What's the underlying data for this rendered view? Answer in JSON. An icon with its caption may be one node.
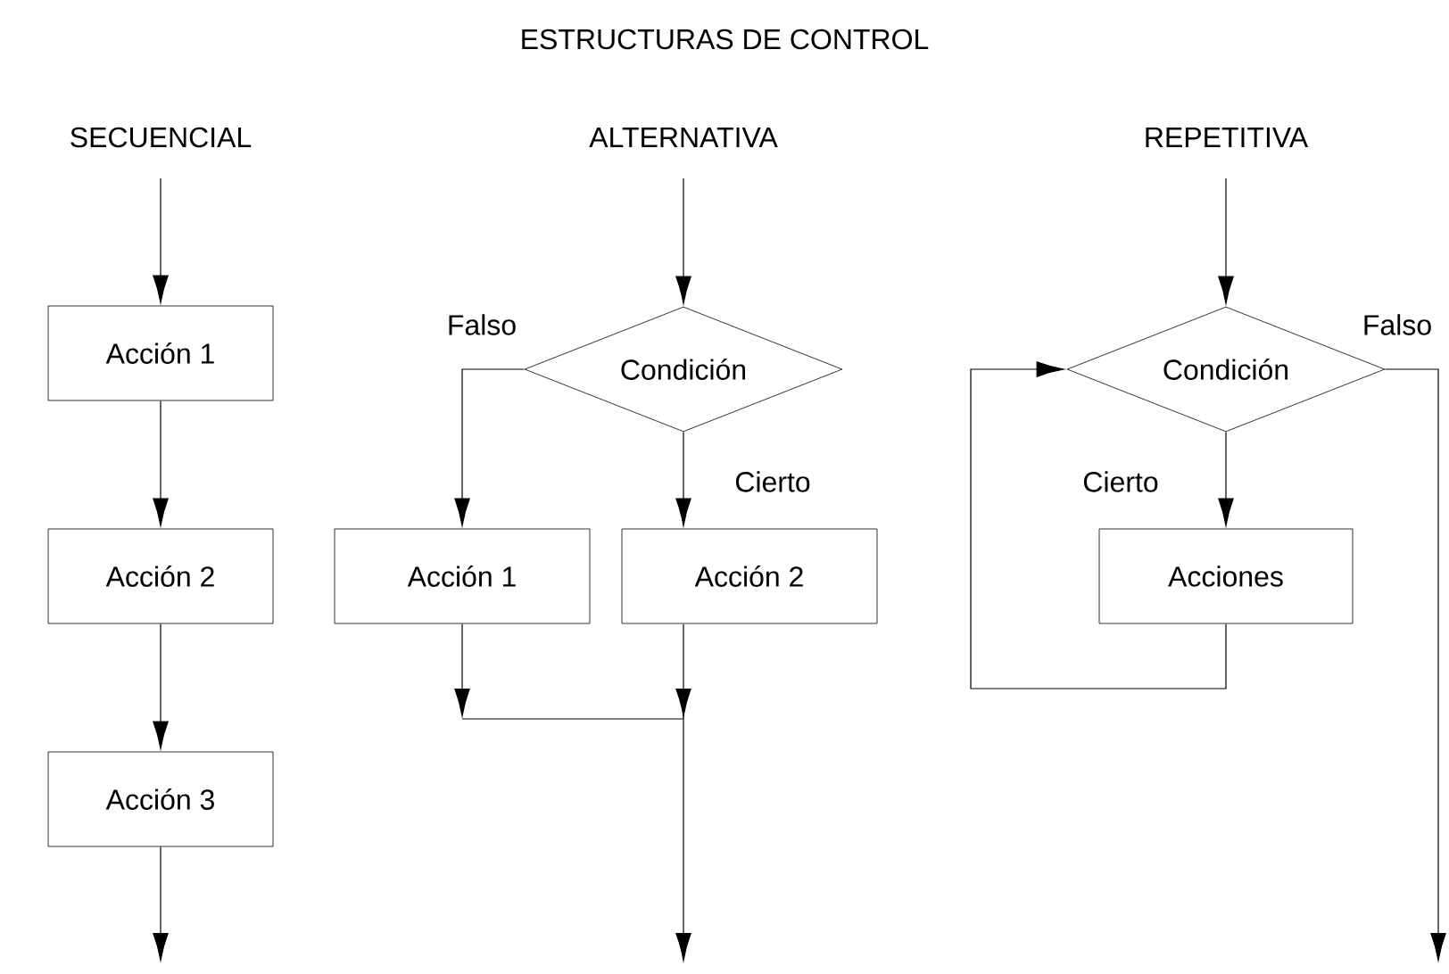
{
  "diagram": {
    "title": "ESTRUCTURAS DE CONTROL",
    "nodes": [
      {
        "text": [
          "Acción 1"
        ]
      },
      {
        "text": [
          "Acción 2"
        ]
      },
      {
        "text": [
          "Acción 3"
        ]
      },
      {
        "text": [
          "Condición"
        ]
      },
      {
        "text": [
          "Acción 1"
        ]
      },
      {
        "text": [
          "Acción 2"
        ]
      },
      {
        "text": [
          "Condición"
        ]
      },
      {
        "text": [
          "Acciones"
        ]
      }
    ],
    "edges": [
      {
        "from": null,
        "to": 0,
        "arrow": "to"
      },
      {
        "from": 0,
        "to": 1,
        "arrow": "to"
      },
      {
        "from": 1,
        "to": 2,
        "arrow": "to"
      },
      {
        "from": 2,
        "to": null,
        "arrow": "to"
      },
      {
        "from": null,
        "to": 3,
        "arrow": "to"
      },
      {
        "from": 3,
        "to": 4,
        "arrow": "to",
        "label": "Falso"
      },
      {
        "from": 3,
        "to": 5,
        "arrow": "to",
        "label": "Cierto"
      },
      {
        "from": 4,
        "to": null,
        "arrow": "to"
      },
      {
        "from": 5,
        "to": null,
        "arrow": "to"
      },
      {
        "from": null,
        "to": 6,
        "arrow": "to"
      },
      {
        "from": 6,
        "to": 7,
        "arrow": "to",
        "label": "Cierto"
      },
      {
        "from": 7,
        "to": 6,
        "arrow": "to"
      },
      {
        "from": 6,
        "to": null,
        "arrow": "to",
        "label": "Falso"
      }
    ],
    "labels": [
      "SECUENCIAL",
      "ALTERNATIVA",
      "REPETITIVA"
    ]
  }
}
